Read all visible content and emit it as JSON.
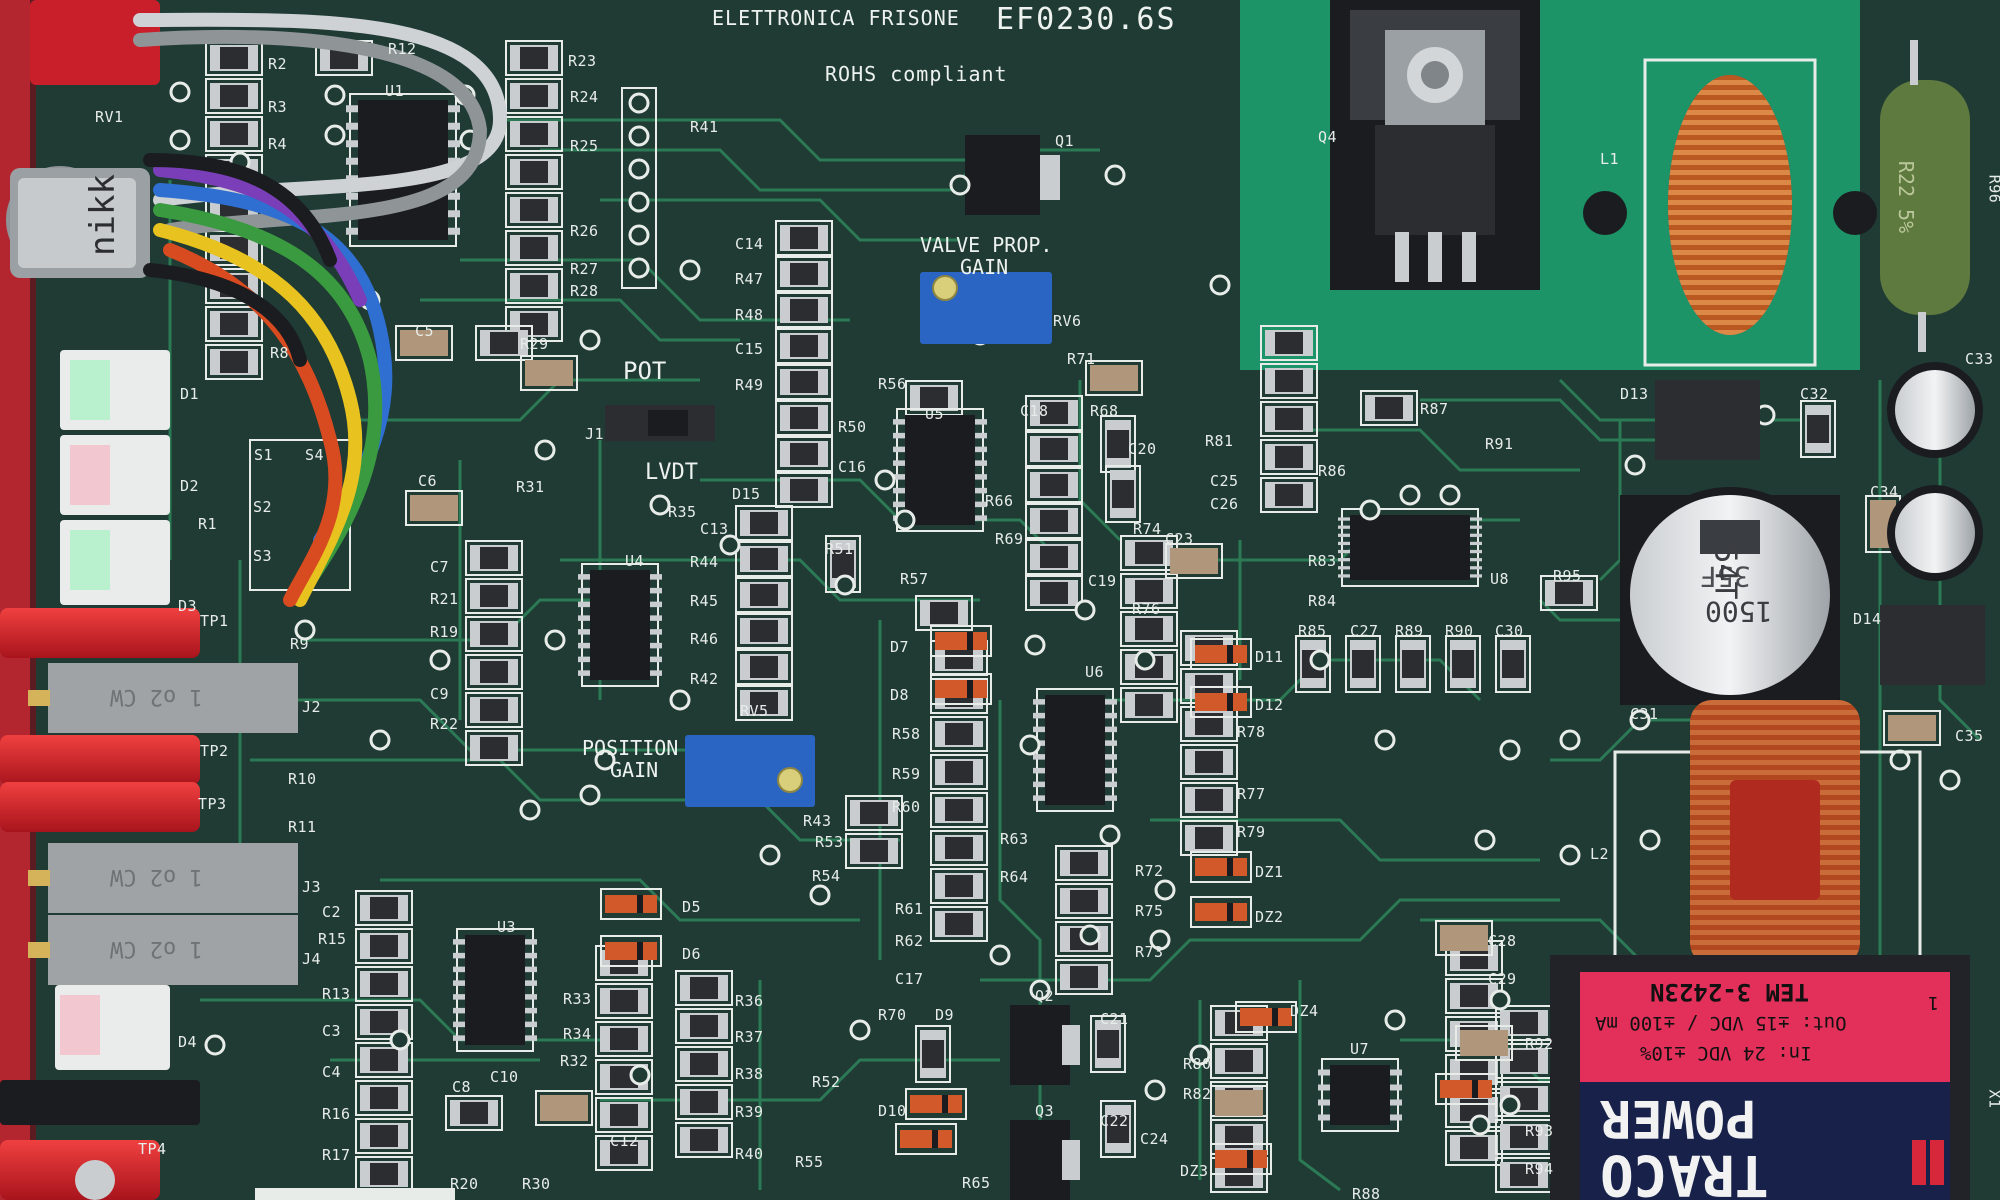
{
  "board": {
    "manufacturer": "ELETTRONICA FRISONE",
    "model": "EF0230.6S",
    "rohs": "ROHS compliant"
  },
  "silkscreen": {
    "pot": "POT",
    "lvdt": "LVDT",
    "valve_prop_gain_1": "VALVE PROP.",
    "valve_prop_gain_2": "GAIN",
    "position_gain_1": "POSITION",
    "position_gain_2": "GAIN"
  },
  "refdes": [
    "R2",
    "R12",
    "R23",
    "R3",
    "U1",
    "R24",
    "R4",
    "R25",
    "R26",
    "R27",
    "R28",
    "R29",
    "R8",
    "C5",
    "C6",
    "D1",
    "D2",
    "D3",
    "R1",
    "S1",
    "S4",
    "S2",
    "S3",
    "TP1",
    "R9",
    "J2",
    "TP2",
    "R10",
    "TP3",
    "R11",
    "J3",
    "J4",
    "D4",
    "TP4",
    "R41",
    "J1",
    "Q1",
    "C14",
    "R47",
    "R48",
    "C15",
    "R49",
    "R50",
    "C16",
    "U5",
    "R56",
    "C18",
    "RV6",
    "R71",
    "R68",
    "C20",
    "R35",
    "R31",
    "D15",
    "C13",
    "R44",
    "R45",
    "R46",
    "R42",
    "U4",
    "C7",
    "R21",
    "R19",
    "C9",
    "R22",
    "R51",
    "R57",
    "R66",
    "R69",
    "R74",
    "C19",
    "R76",
    "C23",
    "D7",
    "D8",
    "R58",
    "R59",
    "R60",
    "R63",
    "R64",
    "R61",
    "R62",
    "C17",
    "U6",
    "R53",
    "R54",
    "RV5",
    "R43",
    "D11",
    "D12",
    "R78",
    "R77",
    "R79",
    "DZ1",
    "DZ2",
    "R72",
    "R75",
    "R73",
    "D5",
    "D6",
    "U3",
    "R33",
    "R34",
    "R32",
    "C10",
    "C12",
    "R36",
    "R37",
    "R38",
    "R39",
    "R40",
    "R20",
    "R30",
    "C8",
    "R13",
    "R15",
    "C2",
    "C3",
    "C4",
    "R16",
    "R17",
    "R70",
    "D9",
    "D10",
    "Q2",
    "Q3",
    "C21",
    "C22",
    "R52",
    "R55",
    "R65",
    "R80",
    "R82",
    "C24",
    "DZ3",
    "DZ4",
    "U7",
    "R88",
    "C28",
    "C29",
    "R92",
    "R93",
    "R94",
    "R81",
    "C25",
    "C26",
    "R83",
    "R84",
    "U8",
    "R86",
    "R87",
    "R91",
    "R85",
    "C27",
    "R89",
    "R90",
    "C30",
    "R95",
    "Q4",
    "L1",
    "R96",
    "D13",
    "C32",
    "C33",
    "C34",
    "C31",
    "D14",
    "C35",
    "L2",
    "X1",
    "RV1"
  ],
  "components": {
    "cap_big_1": "54T",
    "cap_big_2": "1500",
    "cap_big_3": "35F",
    "resistor_big": "R22 5%",
    "trimmer_marking": "1 o2 CW"
  },
  "connector": {
    "brand": "nikk"
  },
  "power_module": {
    "model": "TEM 3-2423N",
    "output": "Out: ±15 VDC / ±100 mA",
    "input": "In: 24 VDC ±10%",
    "brand_1": "TRACO",
    "brand_2": "POWER",
    "pin1": "1"
  },
  "colors": {
    "board": "#1f3b34",
    "trace": "#2b7a55",
    "copper_pour": "#1e9a6a",
    "silkscreen": "#e8ece9",
    "ic_black": "#1b1c20",
    "trimmer_blue": "#2a65c4",
    "terminal_red": "#cf1f2a",
    "toroid_copper": "#c8712a",
    "module_pink": "#e2305a",
    "module_navy": "#17214a"
  }
}
